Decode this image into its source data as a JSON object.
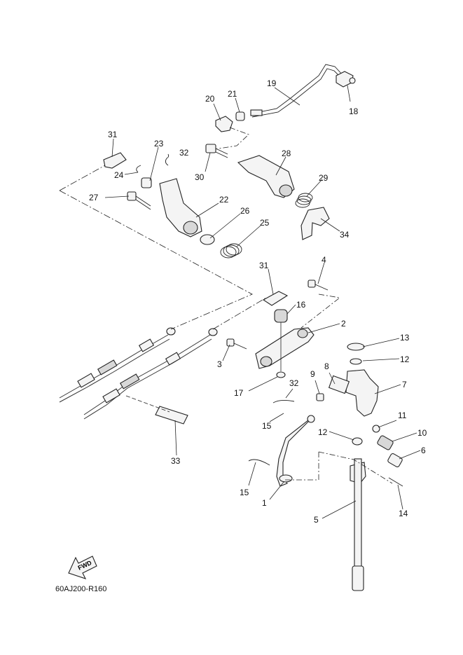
{
  "diagram": {
    "code": "60AJ200-R160",
    "fwd_label": "FWD",
    "callouts": [
      {
        "id": "c1",
        "text": "1"
      },
      {
        "id": "c2",
        "text": "2"
      },
      {
        "id": "c3",
        "text": "3"
      },
      {
        "id": "c4",
        "text": "4"
      },
      {
        "id": "c5",
        "text": "5"
      },
      {
        "id": "c6",
        "text": "6"
      },
      {
        "id": "c7",
        "text": "7"
      },
      {
        "id": "c8",
        "text": "8"
      },
      {
        "id": "c9",
        "text": "9"
      },
      {
        "id": "c10",
        "text": "10"
      },
      {
        "id": "c11",
        "text": "11"
      },
      {
        "id": "c12a",
        "text": "12"
      },
      {
        "id": "c12b",
        "text": "12"
      },
      {
        "id": "c13",
        "text": "13"
      },
      {
        "id": "c14",
        "text": "14"
      },
      {
        "id": "c15a",
        "text": "15"
      },
      {
        "id": "c15b",
        "text": "15"
      },
      {
        "id": "c16",
        "text": "16"
      },
      {
        "id": "c17",
        "text": "17"
      },
      {
        "id": "c18",
        "text": "18"
      },
      {
        "id": "c19",
        "text": "19"
      },
      {
        "id": "c20",
        "text": "20"
      },
      {
        "id": "c21",
        "text": "21"
      },
      {
        "id": "c22",
        "text": "22"
      },
      {
        "id": "c23",
        "text": "23"
      },
      {
        "id": "c24",
        "text": "24"
      },
      {
        "id": "c25",
        "text": "25"
      },
      {
        "id": "c26",
        "text": "26"
      },
      {
        "id": "c27",
        "text": "27"
      },
      {
        "id": "c28",
        "text": "28"
      },
      {
        "id": "c29",
        "text": "29"
      },
      {
        "id": "c30",
        "text": "30"
      },
      {
        "id": "c31a",
        "text": "31"
      },
      {
        "id": "c31b",
        "text": "31"
      },
      {
        "id": "c32a",
        "text": "32"
      },
      {
        "id": "c32b",
        "text": "32"
      },
      {
        "id": "c33",
        "text": "33"
      },
      {
        "id": "c34",
        "text": "34"
      }
    ]
  }
}
